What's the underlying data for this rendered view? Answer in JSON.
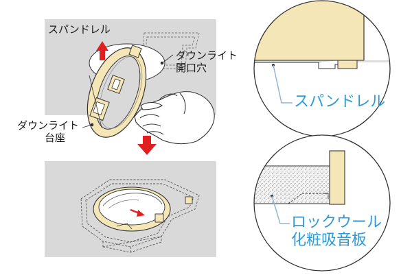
{
  "top_panel": {
    "spandrel_label": "スパンドレル",
    "downlight_opening_label": [
      "ダウンライト",
      "開口穴"
    ],
    "downlight_base_label": [
      "ダウンライト",
      "台座"
    ]
  },
  "callouts": {
    "spandrel": "スパンドレル",
    "rockwool": [
      "ロックウール",
      "化粧吸音板"
    ]
  },
  "colors": {
    "panel_gray": "#d9d9d9",
    "wood": "#f5e6b8",
    "wood_dark": "#e8d49a",
    "arrow_red": "#e02020",
    "accent_blue": "#2e9bd6",
    "callout_line": "#8fb6d6"
  }
}
